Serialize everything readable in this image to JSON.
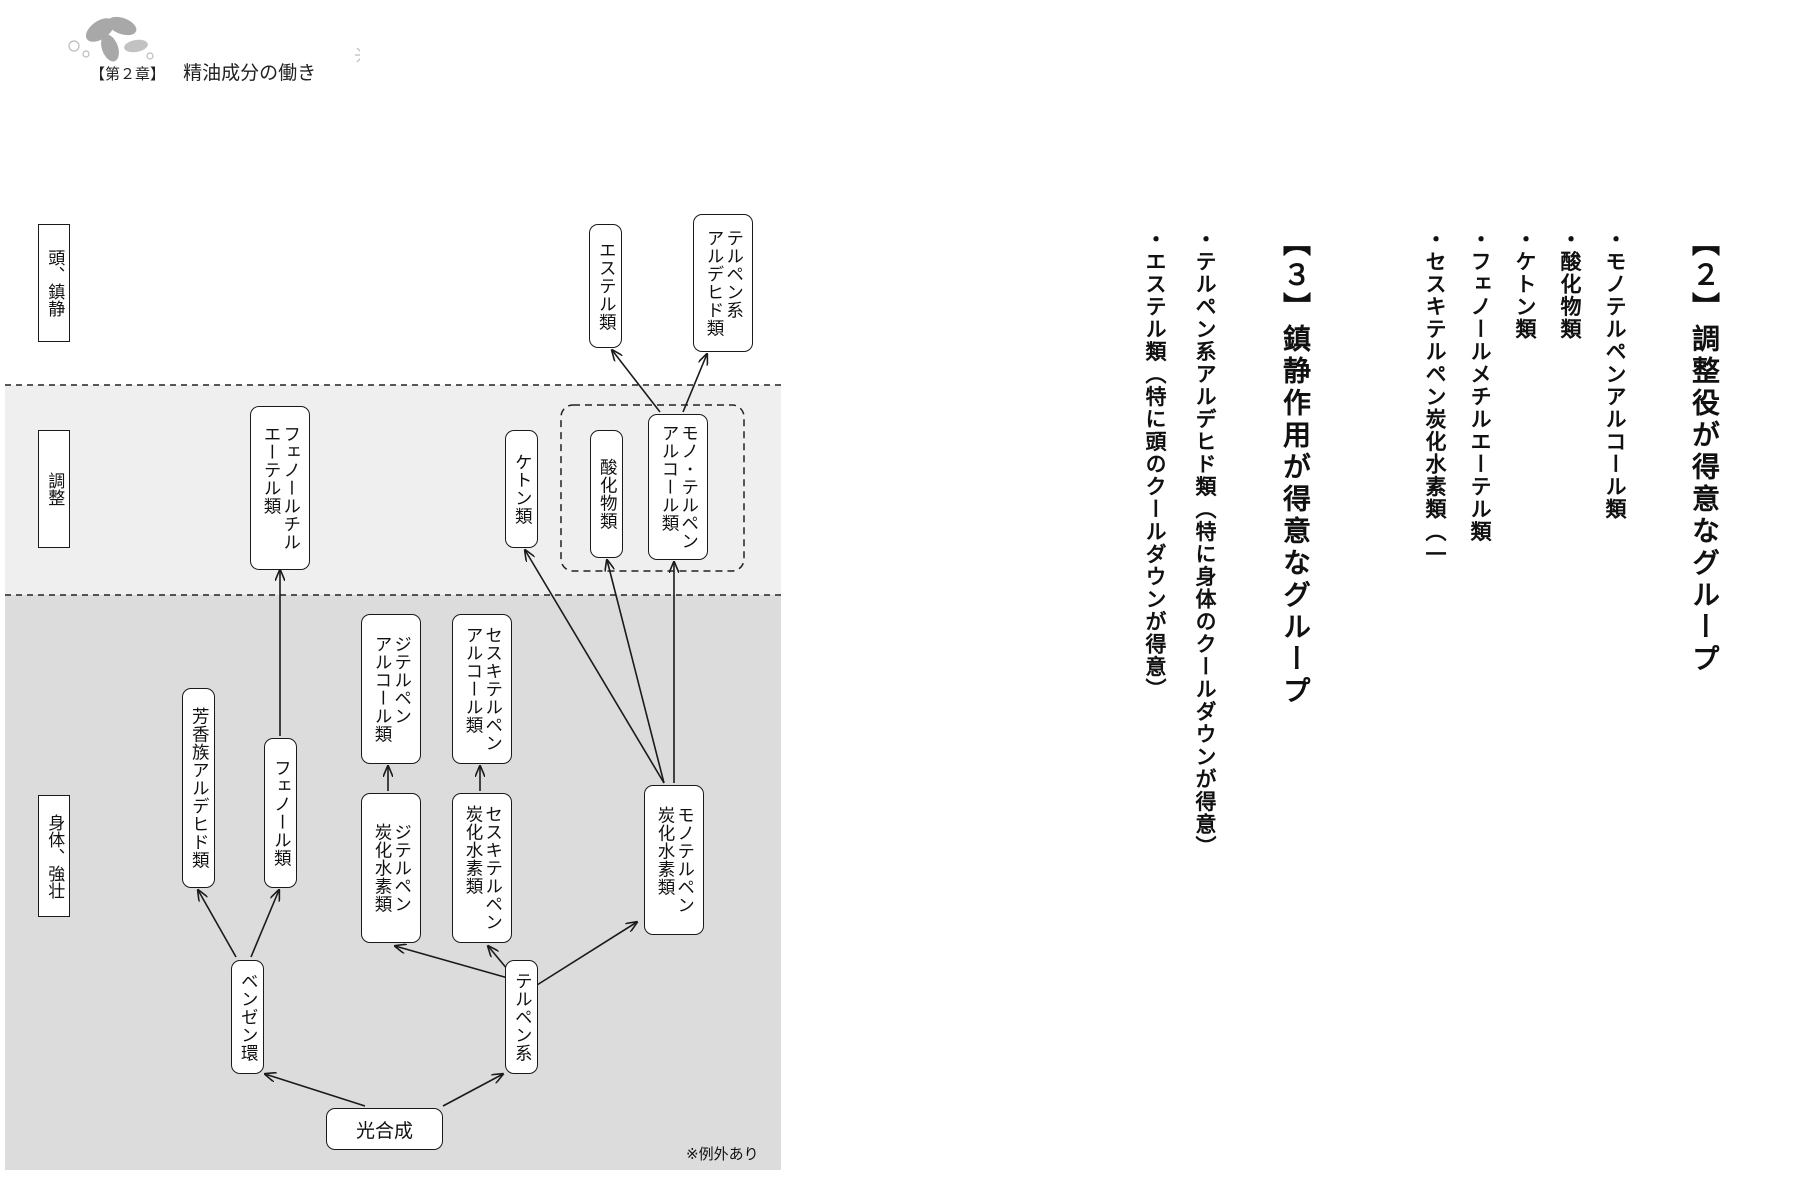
{
  "header": {
    "chapter": "【第２章】",
    "title": "精油成分の働き"
  },
  "diagram": {
    "side_labels": {
      "top": "頭、鎮静",
      "middle": "調整",
      "bottom": "身体、強壮"
    },
    "nodes": {
      "photosynthesis": "光合成",
      "benzene_ring": "ベンゼン環",
      "terpene": "テルペン系",
      "aromatic_aldehyde": "芳香族アルデヒド類",
      "phenol": "フェノール類",
      "phenol_methyl_ether": "フェノールチル\nエーテル類",
      "diterpene_hc": "ジテルペン\n炭化水素類",
      "diterpene_alcohol": "ジテルペン\nアルコール類",
      "sesquiterpene_hc": "セスキテルペン\n炭化水素類",
      "sesquiterpene_alcohol": "セスキテルペン\nアルコール類",
      "monoterpene_hc": "モノテルペン\n炭化水素類",
      "ketone": "ケトン類",
      "oxide": "酸化物類",
      "monoterpene_alcohol": "モノ･テルペン\nアルコール類",
      "ester": "エステル類",
      "terpene_aldehyde": "テルペン系\nアルデヒド類"
    },
    "note": "※例外あり",
    "colors": {
      "middle_band": "#efefef",
      "bottom_band": "#dcdcdc",
      "line": "#1a1a1a"
    }
  },
  "sections": {
    "s2": {
      "heading": "【２】調整役が得意なグループ",
      "items": [
        "・モノテルペンアルコール類",
        "・酸化物類",
        "・ケトン類",
        "・フェノールメチルエーテル類",
        "・セスキテルペン炭化水素類（一"
      ]
    },
    "s3": {
      "heading": "【３】鎮静作用が得意なグループ",
      "items": [
        "・テルペン系アルデヒド類（特に身体のクールダウンが得意）",
        "・エステル類（特に頭のクールダウンが得意）"
      ]
    }
  }
}
